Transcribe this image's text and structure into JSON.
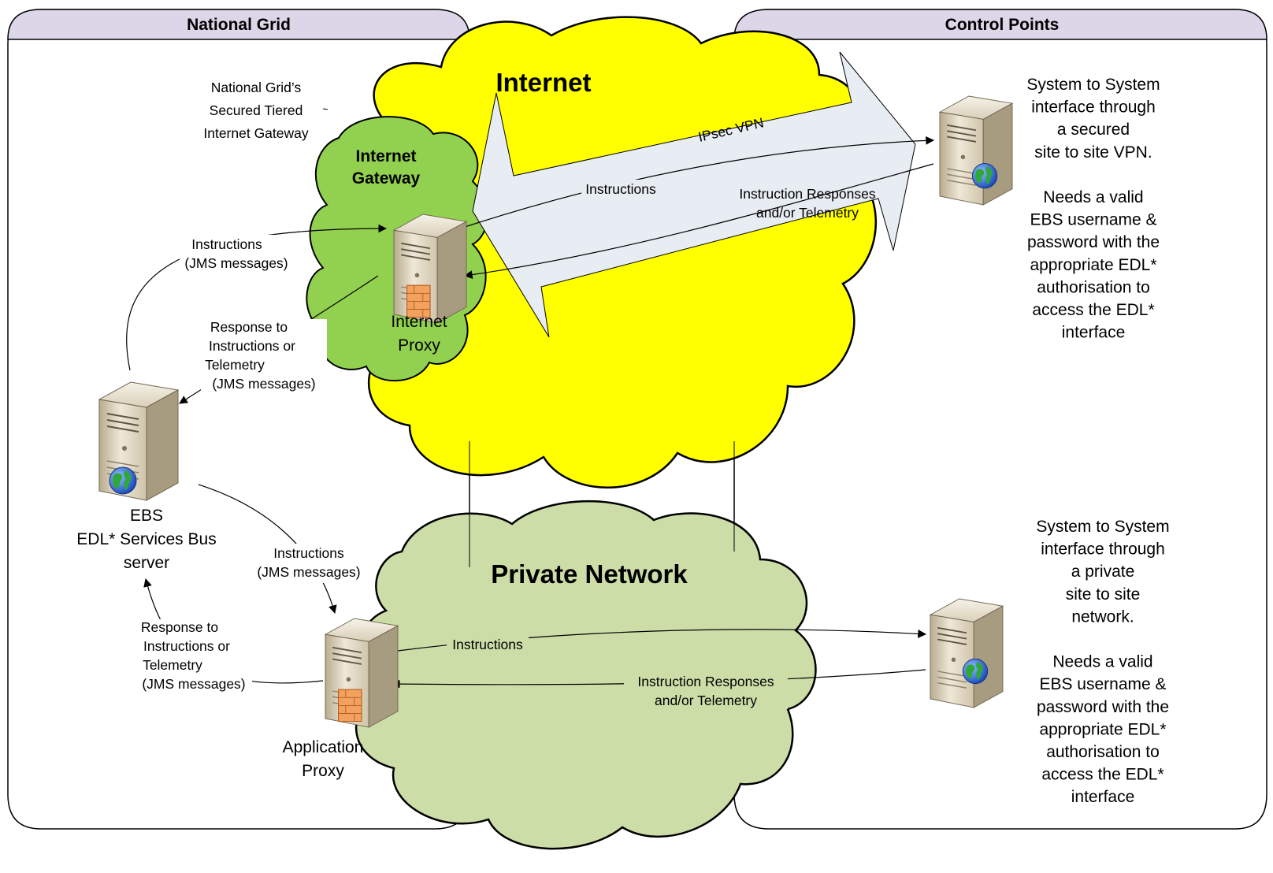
{
  "panels": {
    "left_title": "National Grid",
    "right_title": "Control Points"
  },
  "clouds": {
    "internet": "Internet",
    "gateway": [
      "Internet",
      "Gateway"
    ],
    "private": "Private Network"
  },
  "left": {
    "gateway_note": [
      "National Grid’s",
      "Secured Tiered",
      "Internet Gateway"
    ],
    "instr_jms": [
      "Instructions",
      "(JMS messages)"
    ],
    "resp_jms_top": [
      "Response to",
      "Instructions  or",
      "Telemetry",
      "(JMS messages)"
    ],
    "ebs": [
      "EBS",
      "EDL* Services Bus",
      "server"
    ],
    "instr_jms_low": [
      "Instructions",
      "(JMS messages)"
    ],
    "resp_jms_low": [
      "Response to",
      "Instructions  or",
      "Telemetry",
      "(JMS messages)"
    ],
    "proxy_internet": [
      "Internet",
      "Proxy"
    ],
    "proxy_app": [
      "Application",
      "Proxy"
    ]
  },
  "links": {
    "vpn": "IPsec VPN",
    "instr_top": "Instructions",
    "resp_top": [
      "Instruction Responses",
      "and/or Telemetry"
    ],
    "instr_bottom": "Instructions",
    "resp_bottom": [
      "Instruction Responses",
      "and/or Telemetry"
    ]
  },
  "right": {
    "top_text": [
      "System to System",
      "interface through",
      "a secured",
      "site to site VPN.",
      "",
      "Needs a valid",
      "EBS username &",
      "password with the",
      "appropriate EDL*",
      "authorisation to",
      "access the EDL*",
      "interface"
    ],
    "bottom_text": [
      "System to System",
      "interface through",
      "a private",
      "site to site",
      "network.",
      "",
      "Needs a valid",
      "EBS username &",
      "password with the",
      "appropriate EDL*",
      "authorisation to",
      "access the EDL*",
      "interface"
    ]
  },
  "colors": {
    "header_fill": "#dcd6e8",
    "internet_cloud": "#ffff00",
    "gateway_cloud": "#92d050",
    "private_cloud": "#ccdda8",
    "vpn_arrow": "#e8edf3"
  }
}
